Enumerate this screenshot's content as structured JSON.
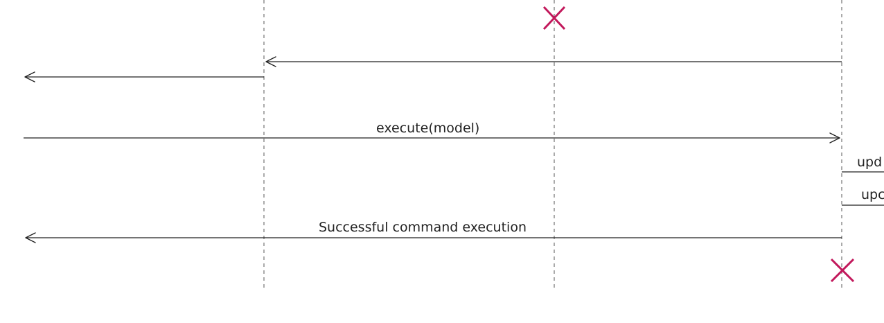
{
  "diagram": {
    "messages": {
      "execute_label": "execute(model)",
      "update_label_1": "upd",
      "update_label_2": "upc",
      "success_label": "Successful command execution"
    },
    "colors": {
      "line": "#222222",
      "lifeline": "#555555",
      "destroy_marker": "#c2185b"
    }
  }
}
